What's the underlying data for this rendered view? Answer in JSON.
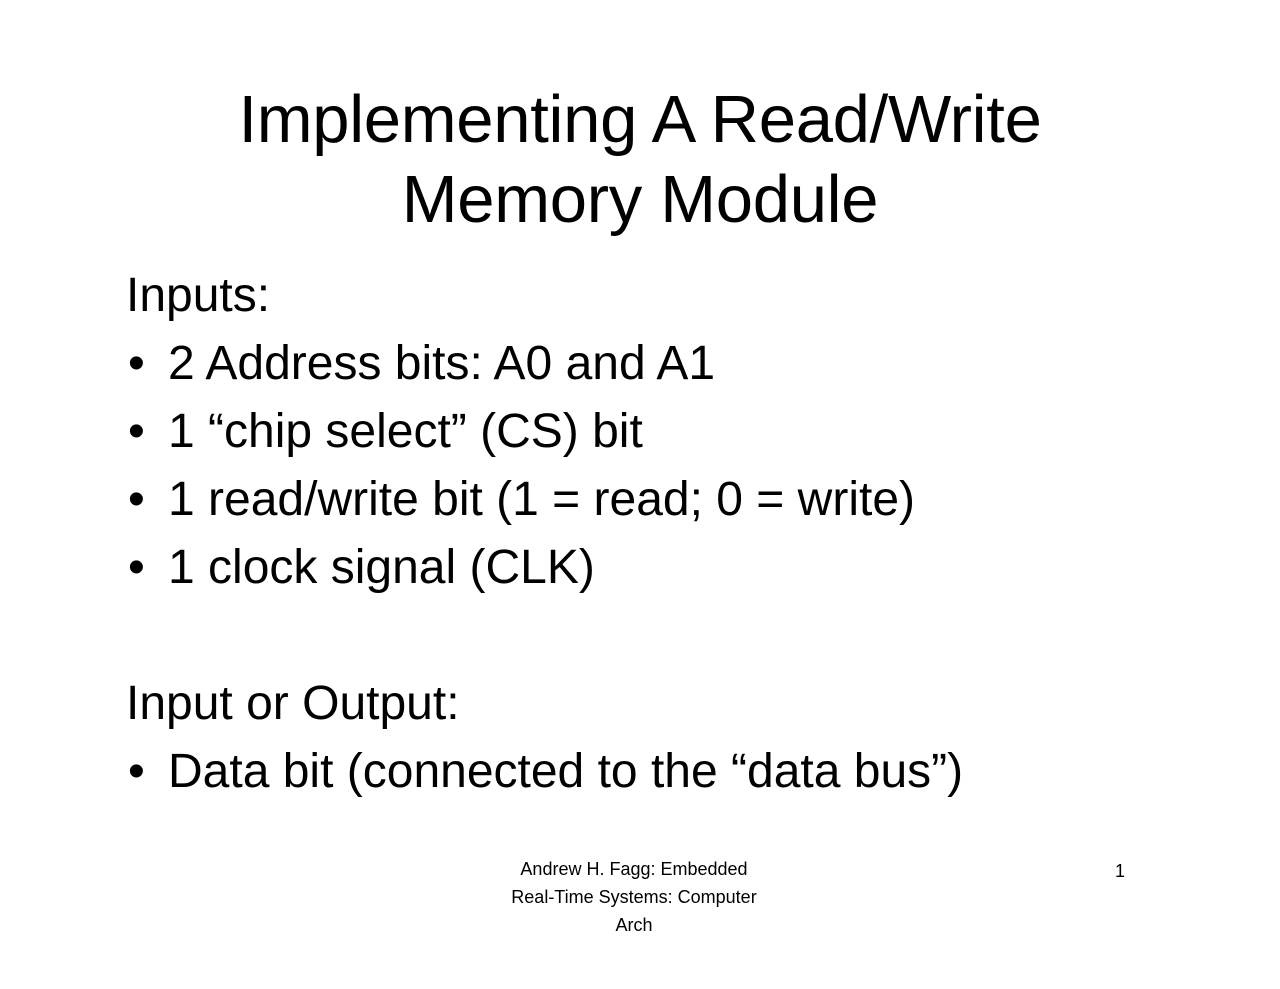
{
  "slide": {
    "background_color": "#ffffff",
    "text_color": "#000000",
    "title": {
      "line1": "Implementing A Read/Write",
      "line2": "Memory Module"
    },
    "body": [
      {
        "type": "heading",
        "text": "Inputs:"
      },
      {
        "type": "bullet",
        "marker": "•",
        "text": "2 Address bits: A0 and A1"
      },
      {
        "type": "bullet",
        "marker": "•",
        "text": "1 “chip select” (CS) bit"
      },
      {
        "type": "bullet",
        "marker": "•",
        "text": "1 read/write bit (1 = read; 0 = write)"
      },
      {
        "type": "bullet",
        "marker": "•",
        "text": "1 clock signal (CLK)"
      },
      {
        "type": "spacer",
        "text": ""
      },
      {
        "type": "heading",
        "text": "Input or Output:"
      },
      {
        "type": "bullet",
        "marker": "•",
        "text": "Data bit (connected to the “data bus”)"
      }
    ],
    "footer": {
      "line1": "Andrew H. Fagg: Embedded",
      "line2": "Real-Time Systems: Computer",
      "line3": "Arch"
    },
    "page_number": "1"
  }
}
